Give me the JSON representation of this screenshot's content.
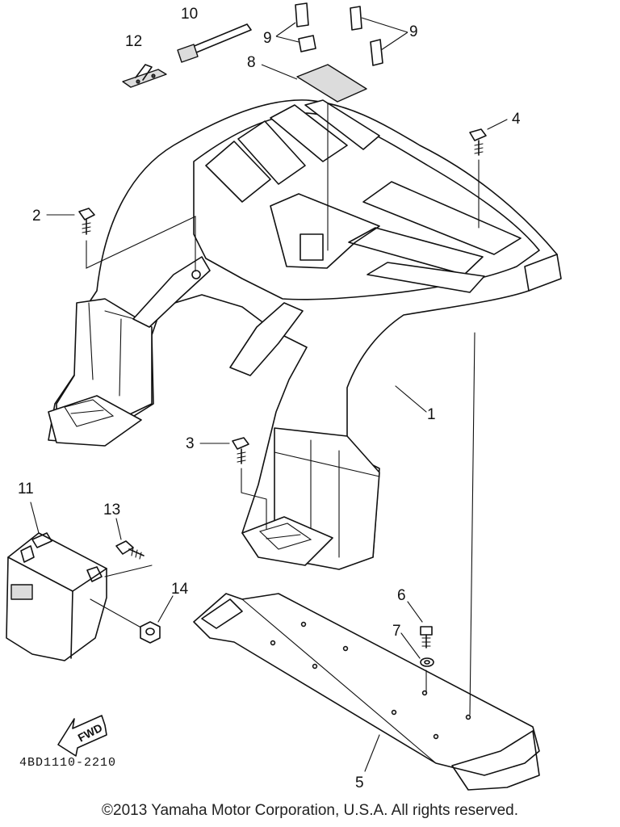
{
  "callouts": {
    "c1": "1",
    "c2": "2",
    "c3": "3",
    "c4": "4",
    "c5": "5",
    "c6": "6",
    "c7": "7",
    "c8": "8",
    "c9a": "9",
    "c9b": "9",
    "c10": "10",
    "c11": "11",
    "c12": "12",
    "c13": "13",
    "c14": "14"
  },
  "fwd_label": "FWD",
  "drawing_code": "4BD1110-2210",
  "copyright": "©2013 Yamaha Motor Corporation, U.S.A. All rights reserved."
}
